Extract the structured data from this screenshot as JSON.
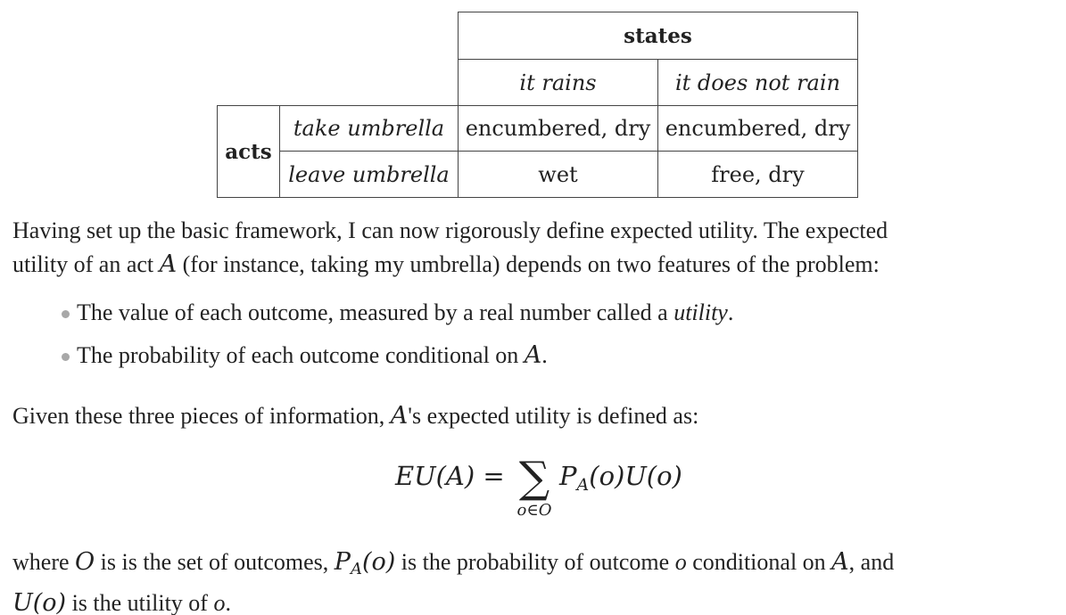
{
  "table": {
    "states_header": "states",
    "state_rain": "it rains",
    "state_no_rain": "it does not rain",
    "acts_header": "acts",
    "rows": [
      {
        "act": "take umbrella",
        "rain": "encumbered, dry",
        "no_rain": "encumbered, dry"
      },
      {
        "act": "leave umbrella",
        "rain": "wet",
        "no_rain": "free, dry"
      }
    ]
  },
  "intro": {
    "line1": "Having set up the basic framework, I can now rigorously define expected utility. The expected",
    "line2_a": "utility of an act ",
    "var_A": "A",
    "line2_b": " (for instance, taking my umbrella) depends on two features of the problem:"
  },
  "bullets": {
    "b1_text": "The value of each outcome, measured by a real number called a ",
    "b1_em": "utility",
    "b1_end": ".",
    "b2_text": "The probability of each outcome conditional on ",
    "b2_var": "A",
    "b2_end": "."
  },
  "given": {
    "text_a": "Given these three pieces of information, ",
    "var": "A",
    "text_b": "'s expected utility is defined as:"
  },
  "formula": {
    "lhs": "EU(A) =",
    "sum": "∑",
    "sum_sub": "o∈O",
    "rhs_P": "P",
    "rhs_sub": "A",
    "rhs_rest": "(o)U(o)"
  },
  "where": {
    "t1": "where ",
    "O": "O",
    "t2": " is is the set of outcomes, ",
    "P": "P",
    "Psub": "A",
    "Parg": "(o)",
    "t3": " is the probability of outcome ",
    "o": "o",
    "t4": " conditional on ",
    "A": "A",
    "t5": ", and",
    "U": "U(o)",
    "t6": " is the utility of ",
    "o2": "o",
    "t7": "."
  }
}
